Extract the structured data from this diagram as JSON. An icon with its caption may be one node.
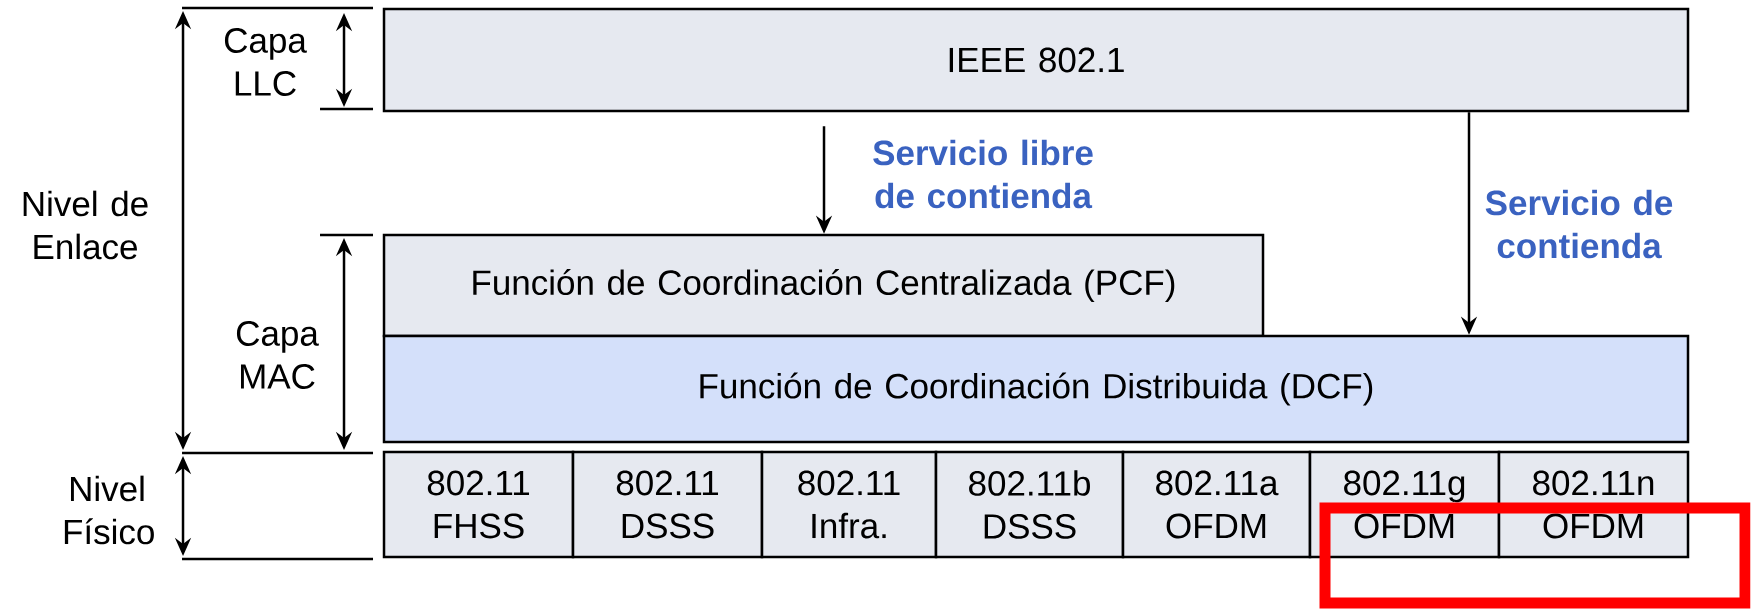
{
  "diagram": {
    "nodes": [
      {
        "text": [
          "IEEE 802.1"
        ]
      },
      {
        "text": [
          "Función de Coordinación Centralizada (PCF)"
        ]
      },
      {
        "text": [
          "Función de Coordinación Distribuida (DCF)"
        ]
      },
      {
        "text": [
          "802.11 FHSS"
        ]
      },
      {
        "text": [
          "802.11 DSSS"
        ]
      },
      {
        "text": [
          "802.11 Infra."
        ]
      },
      {
        "text": [
          "802.11b DSSS"
        ]
      },
      {
        "text": [
          "802.11a OFDM"
        ]
      },
      {
        "text": [
          "802.11g OFDM"
        ]
      },
      {
        "text": [
          "802.11n OFDM"
        ]
      }
    ],
    "edges": [
      {
        "from": 0,
        "to": 1,
        "arrow": "to",
        "label": "Servicio libre de contienda"
      },
      {
        "from": 0,
        "to": 2,
        "arrow": "to",
        "label": "Servicio de contienda"
      }
    ],
    "labels": [
      "Capa LLC",
      "Nivel de Enlace",
      "Capa MAC",
      "Nivel Físico"
    ]
  }
}
